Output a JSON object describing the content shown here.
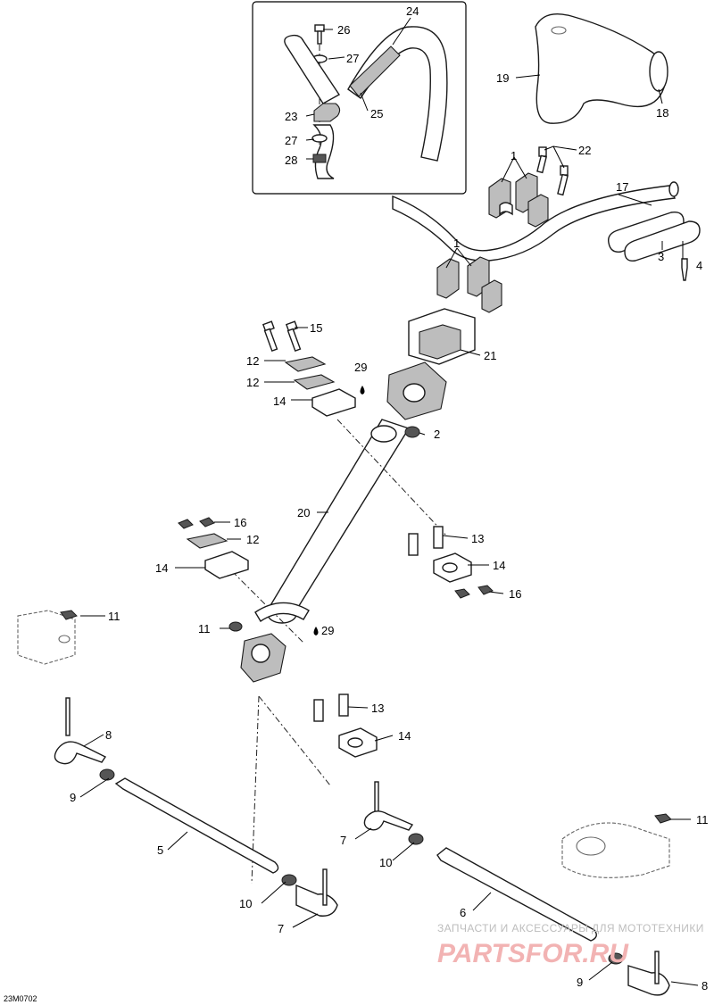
{
  "diagram_code": "23M0702",
  "watermark": {
    "line1": "ЗАПЧАСТИ И АКСЕССУАРЫ ДЛЯ МОТОТЕХНИКИ",
    "line2": "PARTSFOR.RU"
  },
  "callouts": {
    "c1a": "1",
    "c1b": "1",
    "c2": "2",
    "c3": "3",
    "c4": "4",
    "c5": "5",
    "c6": "6",
    "c7a": "7",
    "c7b": "7",
    "c8a": "8",
    "c8b": "8",
    "c9a": "9",
    "c9b": "9",
    "c10a": "10",
    "c10b": "10",
    "c11a": "11",
    "c11b": "11",
    "c11c": "11",
    "c12a": "12",
    "c12b": "12",
    "c12c": "12",
    "c13a": "13",
    "c13b": "13",
    "c14a": "14",
    "c14b": "14",
    "c14c": "14",
    "c14d": "14",
    "c15": "15",
    "c16a": "16",
    "c16b": "16",
    "c17": "17",
    "c18": "18",
    "c19": "19",
    "c20": "20",
    "c21": "21",
    "c22": "22",
    "c23": "23",
    "c24": "24",
    "c25": "25",
    "c26": "26",
    "c27a": "27",
    "c27b": "27",
    "c28": "28",
    "c29a": "29",
    "c29b": "29"
  }
}
